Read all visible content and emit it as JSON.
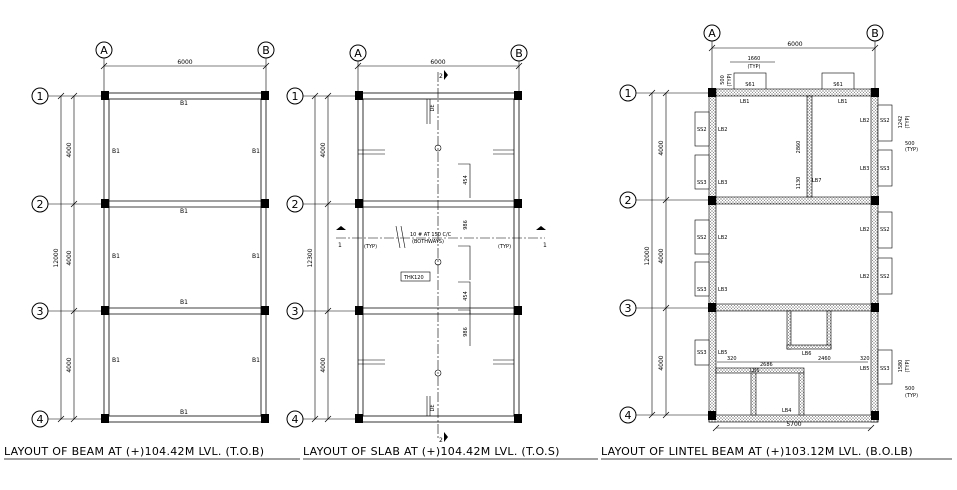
{
  "grid": {
    "cols": [
      "A",
      "B"
    ],
    "rows": [
      "1",
      "2",
      "3",
      "4"
    ]
  },
  "dims": {
    "width": "6000",
    "width_lintel": "5700",
    "bay": "4000",
    "total": "12000",
    "total_alt": "12300",
    "span_a": "4000",
    "span_b": "4000",
    "span_c": "4000"
  },
  "beam": {
    "title": "LAYOUT OF BEAM AT (+)104.42M LVL. (T.O.B)",
    "label": "B1"
  },
  "slab": {
    "title": "LAYOUT OF SLAB AT (+)104.42M LVL. (T.O.S)",
    "section": "2",
    "section_h": "1",
    "rebar": "10 # AT 150 C/C",
    "rebar_sub": "(BOTHWAYS)",
    "thick": "THK120",
    "typ": "(TYP)",
    "bar_lbl": "DE",
    "dim_a": "454",
    "dim_b": "986"
  },
  "lintel": {
    "title": "LAYOUT OF LINTEL BEAM AT (+)103.12M LVL. (B.O.LB)",
    "typ": "(TYP)",
    "d_top": "1660",
    "d_top2": "500",
    "d_right1": "1242",
    "d_right2": "500",
    "d_mid": "2860",
    "d_mid2": "1130",
    "d_320a": "320",
    "d_2686": "2686",
    "d_2460": "2460",
    "d_320b": "320",
    "d_1580": "1580",
    "d_500b": "500",
    "lb2": "LB2",
    "lb3": "LB3",
    "lb6": "LB6",
    "lb7": "LB7",
    "lb4": "LB4",
    "lb5": "LB5",
    "lb1": "LB1",
    "ss2": "SS2",
    "ss3": "SS3",
    "s61": "S61"
  }
}
